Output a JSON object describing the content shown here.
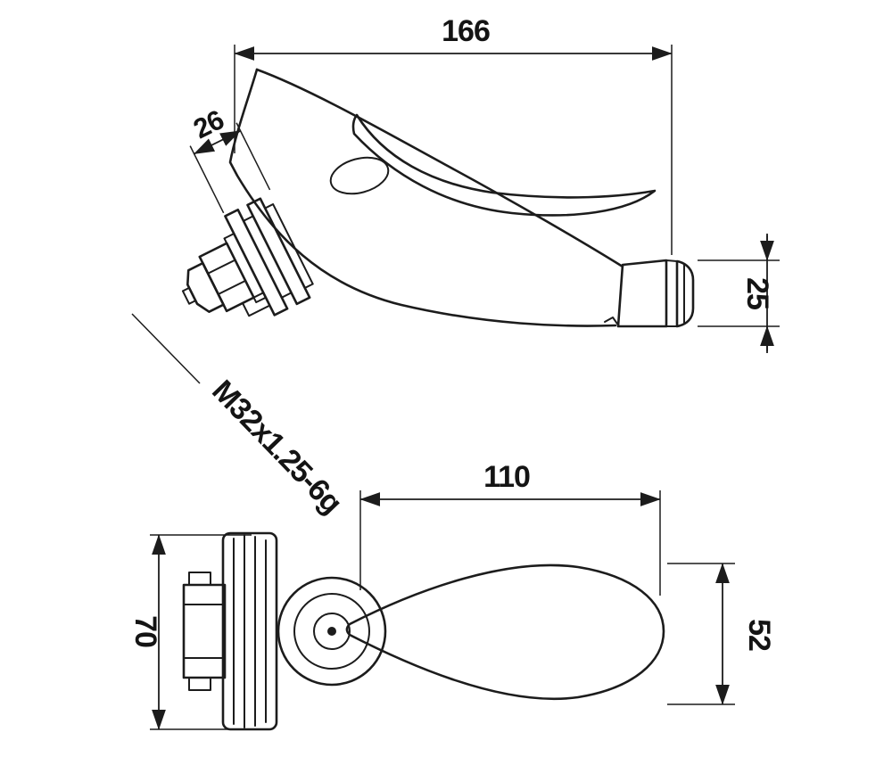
{
  "drawing": {
    "background": "#ffffff",
    "line_color": "#1c1c1c",
    "side_view": {
      "length_label": "166",
      "thread_stack_label": "26",
      "spout_height_label": "25",
      "thread_spec_label": "M32x1.25-6g"
    },
    "top_view": {
      "handle_length_label": "110",
      "body_diameter_label": "70",
      "handle_width_label": "52"
    }
  }
}
